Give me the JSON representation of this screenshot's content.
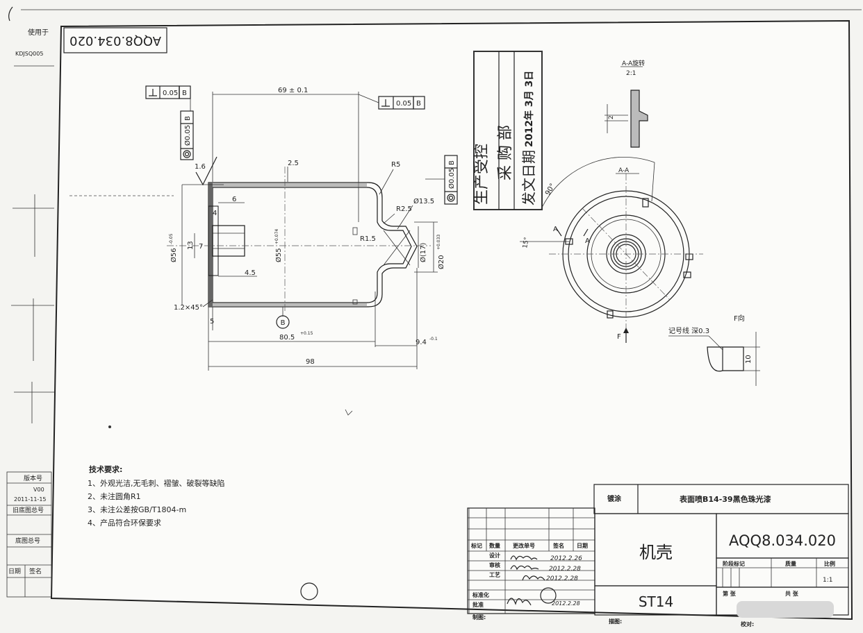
{
  "drawing_number": "AQQ8.034.020",
  "drawing_number_rotated": "AQQ8.034.020",
  "left_strip": {
    "used_for_label": "使用于",
    "used_for_value": "KDJSQ005",
    "version_label": "版本号",
    "version_value": "V00",
    "date_value": "2011-11-15",
    "old_drawing_label": "旧底图总号",
    "base_drawing_label": "底图总号",
    "date_label": "日期",
    "sign_label": "签名"
  },
  "stamp": {
    "line1": "生产受控",
    "line2": "采 购 部",
    "line3_label": "发文日期",
    "line3_date": "2012年 3月 3日"
  },
  "dimensions": {
    "perp_left": "0.05",
    "perp_right": "0.05",
    "datum": "B",
    "conc_left": "Ø0.05",
    "conc_right": "Ø0.05",
    "len_69": "69 ± 0.1",
    "rough_16": "1.6",
    "thick_25": "2.5",
    "r5": "R5",
    "r25": "R2.5",
    "d135": "Ø13.5",
    "r15": "R1.5",
    "d17": "Ø(17)",
    "d20": "Ø20",
    "d20_tol": "+0.033",
    "d56": "Ø56",
    "d56_tol": "-0.05",
    "d55": "Ø55",
    "d55_tol": "+0.074",
    "d13": "13",
    "d7": "7",
    "d6": "6",
    "d4": "4",
    "d45": "4.5",
    "chamfer": "1.2×45°",
    "d5": "5",
    "len_805": "80.5",
    "len_805_tol": "+0.15",
    "len_94": "9.4",
    "len_94_tol": "-0.1",
    "len_98": "98",
    "section_symbol": "B"
  },
  "side_view": {
    "title": "A-A旋转",
    "scale": "2:1",
    "dim": "2"
  },
  "end_view": {
    "section_label": "A-A",
    "angle_90": "90°",
    "angle_15": "15°",
    "arrow_a": "A",
    "arrow_f": "F"
  },
  "mark_view": {
    "title": "F向",
    "note": "记号线  深0.3",
    "dim": "10"
  },
  "tech_requirements": {
    "title": "技术要求:",
    "items": [
      "1、外观光洁,无毛刺、褶皱、破裂等缺陷",
      "2、未注圆角R1",
      "3、未注公差按GB/T1804-m",
      "4、产品符合环保要求"
    ]
  },
  "title_block": {
    "coating_label": "镀涂",
    "coating_value": "表面喷B14-39黑色珠光漆",
    "part_name": "机壳",
    "material": "ST14",
    "drawing_number": "AQQ8.034.020",
    "stage_mark_label": "阶段标记",
    "mass_label": "质量",
    "scale_label": "比例",
    "scale_value": "1:1",
    "sheet_label": "第    张",
    "total_label": "共    张",
    "revision_headers": [
      "标记",
      "数量",
      "更改单号",
      "签名",
      "日期"
    ],
    "role_design": "设计",
    "role_check": "审核",
    "role_process": "工艺",
    "role_standard": "标准化",
    "role_approve": "批准",
    "role_drawn": "制图:",
    "role_traced": "描图:",
    "role_proof": "校对:",
    "design_date": "2012.2.26",
    "check_date": "2012.2.28",
    "process_date": "2012.2.28",
    "approve_date": "2012.2.28"
  }
}
